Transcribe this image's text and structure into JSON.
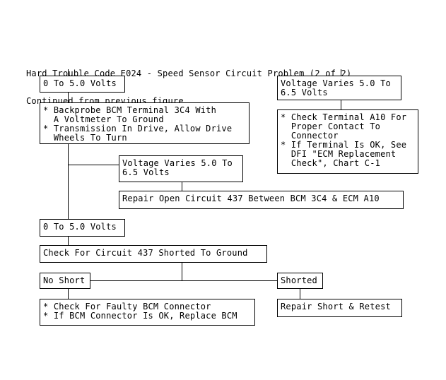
{
  "header": {
    "title": "Hard Trouble Code E024 - Speed Sensor Circuit Problem (2 of 2)",
    "subtitle": "Continued from previous figure."
  },
  "boxes": {
    "volts_0_5_top": "0 To 5.0 Volts",
    "voltage_varies_right": "Voltage Varies 5.0 To\n6.5 Volts",
    "backprobe": "* Backprobe BCM Terminal 3C4 With\n  A Voltmeter To Ground\n* Transmission In Drive, Allow Drive\n  Wheels To Turn",
    "check_terminal": "* Check Terminal A10 For\n  Proper Contact To\n  Connector\n* If Terminal Is OK, See\n  DFI \"ECM Replacement\n  Check\", Chart C-1",
    "voltage_varies_mid": "Voltage Varies 5.0 To\n6.5 Volts",
    "repair_open": "Repair Open Circuit 437 Between BCM 3C4 & ECM A10",
    "volts_0_5_mid": "0 To 5.0 Volts",
    "check_shorted": "Check For Circuit 437 Shorted To Ground",
    "no_short": "No Short",
    "shorted": "Shorted",
    "faulty_connector": "* Check For Faulty BCM Connector\n* If BCM Connector Is OK, Replace BCM",
    "repair_short": "Repair Short & Retest"
  }
}
